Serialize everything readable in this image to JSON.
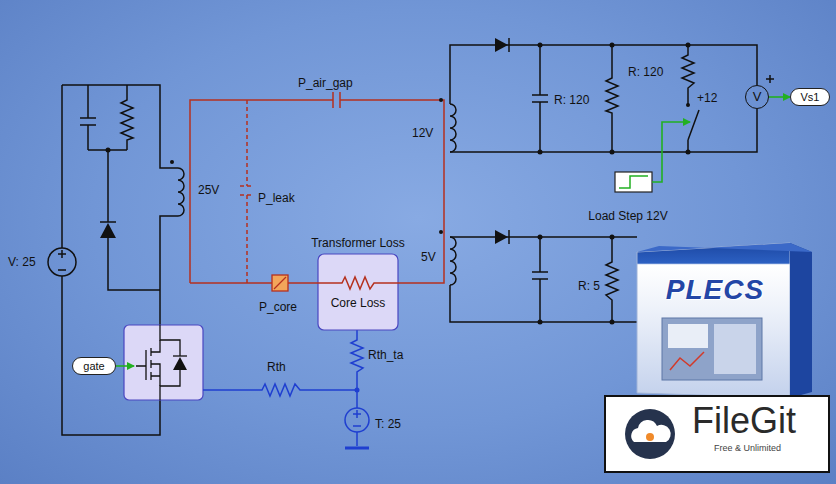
{
  "diagram": {
    "nodes": [
      {
        "text": [
          "V"
        ]
      },
      {
        "text": [
          "Vs1"
        ]
      },
      {
        "text": [
          "Load Step 12V"
        ]
      },
      {
        "text": [
          "Transformer Loss",
          "Core Loss"
        ]
      },
      {
        "text": [
          "PLECS"
        ]
      },
      {
        "text": [
          "gate"
        ]
      },
      {
        "text": [
          "FileGit",
          "Free & Unlimited"
        ]
      }
    ],
    "edges": [
      {
        "from": 0,
        "to": 1,
        "arrow": "to"
      }
    ],
    "labels": [
      "P_air_gap",
      "12V",
      "25V",
      "P_leak",
      "V: 25",
      "5V",
      "P_core",
      "Rth",
      "Rth_ta",
      "T: 25",
      "R: 120",
      "R: 120",
      "+12",
      "R: 5"
    ]
  }
}
